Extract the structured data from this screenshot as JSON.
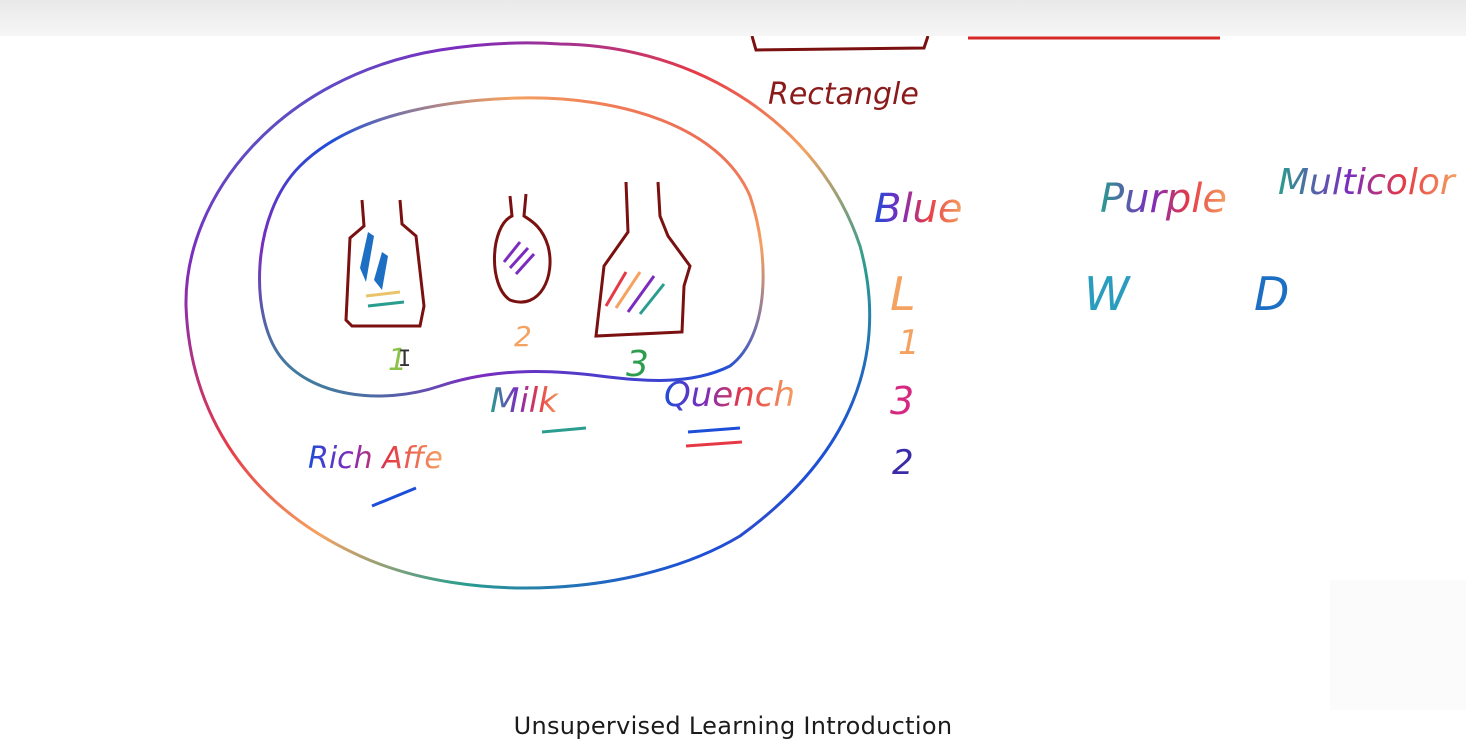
{
  "whiteboard": {
    "title_fragment": "Rectangle",
    "groups": {
      "outer_label": "Rich Affe",
      "inner_items": [
        {
          "number": "1"
        },
        {
          "number": "2"
        },
        {
          "number": "3"
        }
      ],
      "milk_label": "Milk",
      "quench_label": "Quench"
    },
    "color_columns": [
      "Blue",
      "Purple",
      "Multicolor"
    ],
    "letter_columns": [
      "L",
      "W",
      "D"
    ],
    "counts": [
      "1",
      "3",
      "2"
    ]
  },
  "video": {
    "caption": "Unsupervised Learning Introduction"
  },
  "colors": {
    "title_ink": "#8b1a1a",
    "rainbow": [
      "#e63946",
      "#f4a261",
      "#e9c46a",
      "#2a9d8f",
      "#1d4ed8",
      "#7b2cbf"
    ],
    "sketch_ink": "#7a1010"
  }
}
